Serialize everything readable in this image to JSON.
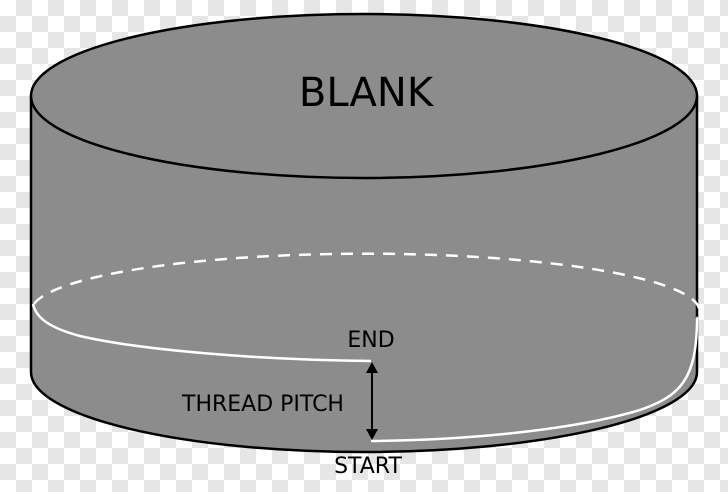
{
  "labels": {
    "blank": "BLANK",
    "end": "END",
    "thread_pitch": "THREAD PITCH",
    "start": "START"
  },
  "colors": {
    "cylinder_fill": "#8c8c8c",
    "outline": "#000000",
    "thread_line": "#ffffff",
    "background_checker": "#e6e6e6"
  }
}
